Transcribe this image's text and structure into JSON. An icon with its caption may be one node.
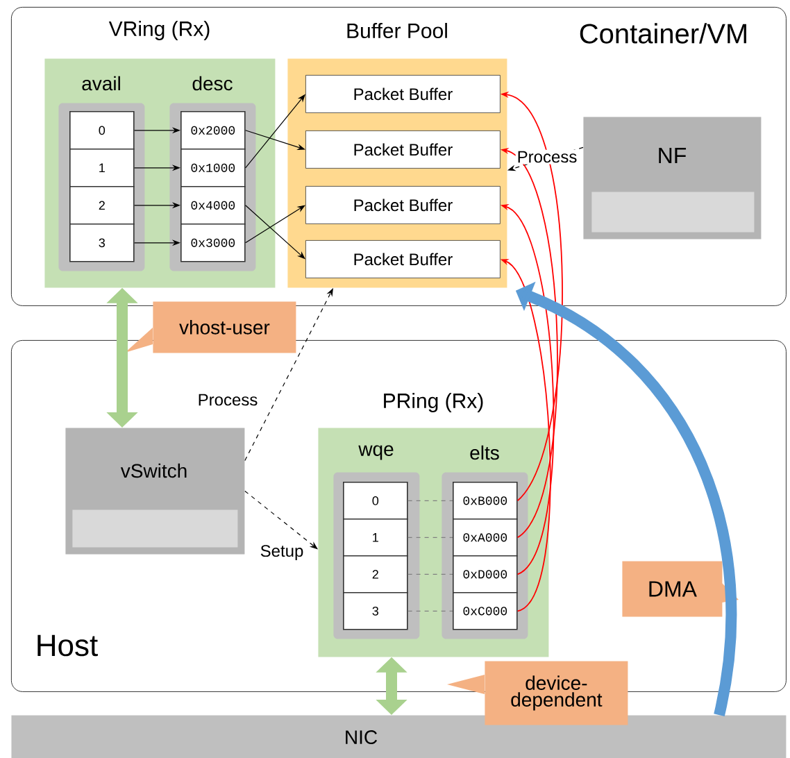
{
  "diagram": {
    "nodes": [
      {
        "text": [
          "Container/VM"
        ]
      },
      {
        "text": [
          "VRing (Rx)"
        ],
        "in": 0
      },
      {
        "text": [
          "avail"
        ],
        "in": 1
      },
      {
        "text": [
          "0"
        ],
        "in": 2
      },
      {
        "text": [
          "1"
        ],
        "in": 2
      },
      {
        "text": [
          "2"
        ],
        "in": 2
      },
      {
        "text": [
          "3"
        ],
        "in": 2
      },
      {
        "text": [
          "desc"
        ],
        "in": 1
      },
      {
        "text": [
          "0x2000"
        ],
        "in": 7
      },
      {
        "text": [
          "0x1000"
        ],
        "in": 7
      },
      {
        "text": [
          "0x4000"
        ],
        "in": 7
      },
      {
        "text": [
          "0x3000"
        ],
        "in": 7
      },
      {
        "text": [
          "Buffer Pool"
        ],
        "in": 0
      },
      {
        "text": [
          "Packet Buffer"
        ],
        "in": 12
      },
      {
        "text": [
          "Packet Buffer"
        ],
        "in": 12
      },
      {
        "text": [
          "Packet Buffer"
        ],
        "in": 12
      },
      {
        "text": [
          "Packet Buffer"
        ],
        "in": 12
      },
      {
        "text": [
          "NF"
        ],
        "in": 0
      },
      {
        "text": [],
        "shape": "box",
        "in": 17
      },
      {
        "text": [
          "Host"
        ]
      },
      {
        "text": [
          "vSwitch"
        ],
        "in": 19
      },
      {
        "text": [],
        "shape": "box",
        "in": 20
      },
      {
        "text": [
          "PRing (Rx)"
        ],
        "in": 19
      },
      {
        "text": [
          "wqe"
        ],
        "in": 22
      },
      {
        "text": [
          "0"
        ],
        "in": 23
      },
      {
        "text": [
          "1"
        ],
        "in": 23
      },
      {
        "text": [
          "2"
        ],
        "in": 23
      },
      {
        "text": [
          "3"
        ],
        "in": 23
      },
      {
        "text": [
          "elts"
        ],
        "in": 22
      },
      {
        "text": [
          "0xB000"
        ],
        "in": 28
      },
      {
        "text": [
          "0xA000"
        ],
        "in": 28
      },
      {
        "text": [
          "0xD000"
        ],
        "in": 28
      },
      {
        "text": [
          "0xC000"
        ],
        "in": 28
      },
      {
        "text": [
          "NIC"
        ]
      },
      {
        "text": [
          "vhost-user"
        ]
      },
      {
        "text": [
          "DMA"
        ],
        "in": 19
      },
      {
        "text": [
          "device-dependent"
        ]
      }
    ],
    "edges": [
      {
        "from": 3,
        "to": 8,
        "arrow": "to"
      },
      {
        "from": 4,
        "to": 9,
        "arrow": "to"
      },
      {
        "from": 5,
        "to": 10,
        "arrow": "to"
      },
      {
        "from": 6,
        "to": 11,
        "arrow": "to"
      },
      {
        "from": 8,
        "to": 14,
        "arrow": "to"
      },
      {
        "from": 9,
        "to": 13,
        "arrow": "to"
      },
      {
        "from": 10,
        "to": 16,
        "arrow": "to"
      },
      {
        "from": 11,
        "to": 15,
        "arrow": "to"
      },
      {
        "from": 17,
        "to": 12,
        "arrow": "to",
        "style": "dashed",
        "label": "Process"
      },
      {
        "from": 20,
        "to": 12,
        "arrow": "to",
        "style": "dashed",
        "label": "Process"
      },
      {
        "from": 20,
        "to": 22,
        "arrow": "to",
        "style": "dashed",
        "label": "Setup"
      },
      {
        "from": 24,
        "to": 29,
        "arrow": "none",
        "style": "dashed",
        "color": "#808080"
      },
      {
        "from": 25,
        "to": 30,
        "arrow": "none",
        "style": "dashed",
        "color": "#808080"
      },
      {
        "from": 26,
        "to": 31,
        "arrow": "none",
        "style": "dashed",
        "color": "#808080"
      },
      {
        "from": 27,
        "to": 32,
        "arrow": "none",
        "style": "dashed",
        "color": "#808080"
      },
      {
        "from": 29,
        "to": 13,
        "arrow": "to",
        "color": "#ff0000"
      },
      {
        "from": 30,
        "to": 14,
        "arrow": "to",
        "color": "#ff0000"
      },
      {
        "from": 31,
        "to": 15,
        "arrow": "to",
        "color": "#ff0000"
      },
      {
        "from": 32,
        "to": 16,
        "arrow": "to",
        "color": "#ff0000"
      },
      {
        "from": 1,
        "to": 20,
        "arrow": "both",
        "style": "thick",
        "color": "#a9d18e"
      },
      {
        "from": 22,
        "to": 33,
        "arrow": "both",
        "style": "thick",
        "color": "#a9d18e"
      },
      {
        "from": 33,
        "to": 12,
        "arrow": "to",
        "style": "thick",
        "color": "#5b9bd5"
      }
    ]
  }
}
